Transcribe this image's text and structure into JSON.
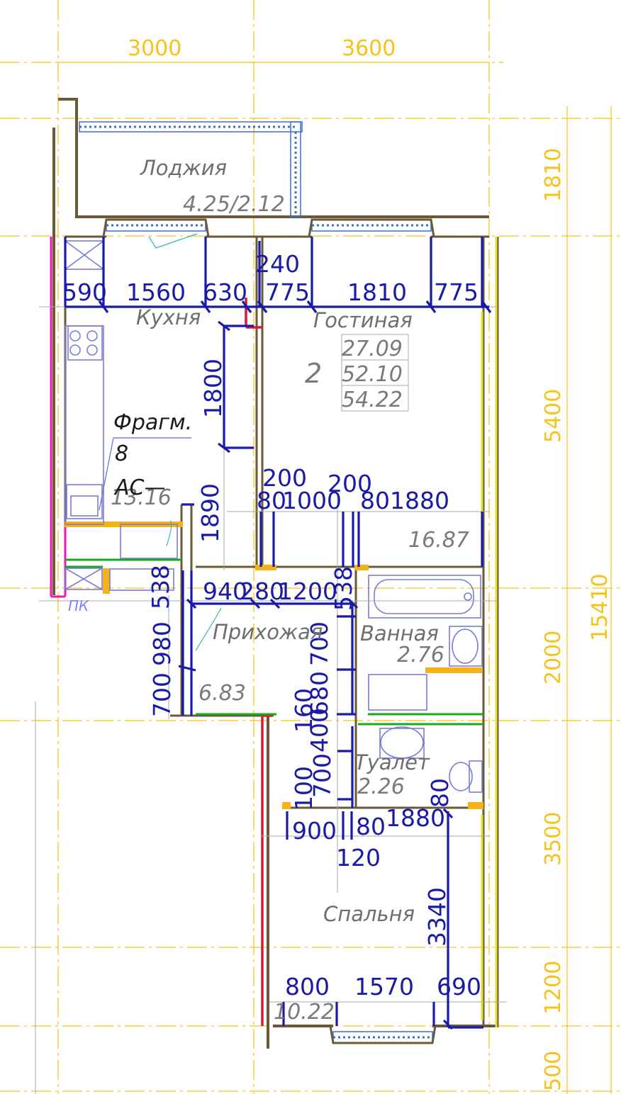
{
  "plan": {
    "axis_dims": {
      "top": [
        "3000",
        "3600"
      ],
      "right": [
        "1810",
        "5400",
        "2000",
        "3500",
        "1200",
        "500"
      ],
      "right_total": "15410"
    },
    "rooms": {
      "loggia": {
        "name": "Лоджия",
        "area": "4.25/2.12"
      },
      "kitchen": {
        "name": "Кухня",
        "area": "13.16"
      },
      "living": {
        "name": "Гостиная",
        "area": "16.87"
      },
      "hall": {
        "name": "Прихожая",
        "area": "6.83"
      },
      "bath": {
        "name": "Ванная",
        "area": "2.76"
      },
      "toilet": {
        "name": "Туалет",
        "area": "2.26"
      },
      "bedroom": {
        "name": "Спальня",
        "area": "10.22"
      }
    },
    "apartment": {
      "rooms_count": "2",
      "areas": [
        "27.09",
        "52.10",
        "54.22"
      ]
    },
    "fragment_note": [
      "Фрагм.",
      "8",
      "АС—"
    ],
    "pk_label": "ПК",
    "dims": {
      "d590": "590",
      "d1560": "1560",
      "d630": "630",
      "d240": "240",
      "d775a": "775",
      "d1810": "1810",
      "d775b": "775",
      "d1800": "1800",
      "d1890": "1890",
      "d200a": "200",
      "d80a": "80",
      "d1000": "1000",
      "d200b": "200",
      "d80b": "80",
      "d1880a": "1880",
      "d538a": "538",
      "d940": "940",
      "d280": "280",
      "d1200": "1200",
      "d538b": "538",
      "d980": "980",
      "d700a": "700",
      "d700b": "700",
      "d680": "680",
      "d160": "160",
      "d400": "400",
      "d700c": "700",
      "d100": "100",
      "d80c": "80",
      "d900": "900",
      "d80d": "80",
      "d1880b": "1880",
      "d120": "120",
      "d3340": "3340",
      "d800": "800",
      "d1570": "1570",
      "d690": "690"
    }
  }
}
